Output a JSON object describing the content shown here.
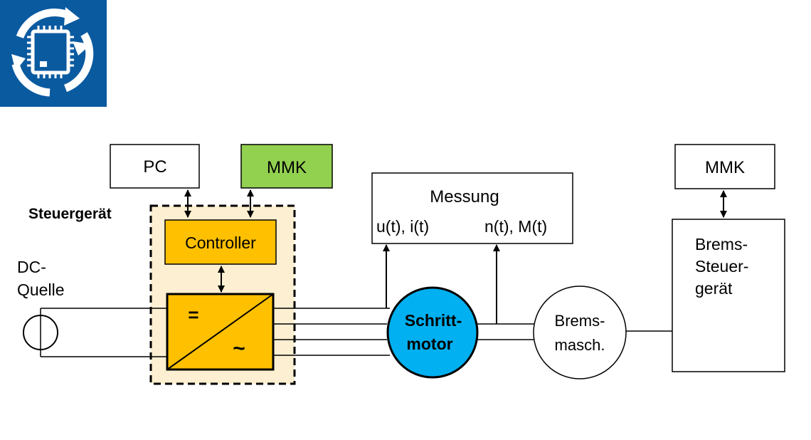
{
  "logo": {
    "icon": "chip-cycle-icon",
    "background_color": "#0a5aa0"
  },
  "diagram": {
    "steuergeraet_label": "Steuergerät",
    "dc_source_label_line1": "DC-",
    "dc_source_label_line2": "Quelle",
    "pc_label": "PC",
    "mmk_left_label": "MMK",
    "controller_label": "Controller",
    "converter_dc_symbol": "=",
    "converter_ac_symbol": "~",
    "messung_title": "Messung",
    "messung_left_signals": "u(t), i(t)",
    "messung_right_signals": "n(t), M(t)",
    "motor_label_line1": "Schritt-",
    "motor_label_line2": "motor",
    "brake_machine_label_line1": "Brems-",
    "brake_machine_label_line2": "masch.",
    "mmk_right_label": "MMK",
    "brake_controller_label_line1": "Brems-",
    "brake_controller_label_line2": "Steuer-",
    "brake_controller_label_line3": "gerät"
  },
  "colors": {
    "mmk_green": "#92d050",
    "controller_orange": "#ffc000",
    "steuergeraet_background": "#fdefd1",
    "motor_blue": "#00b0f0",
    "logo_blue": "#0a5aa0"
  }
}
